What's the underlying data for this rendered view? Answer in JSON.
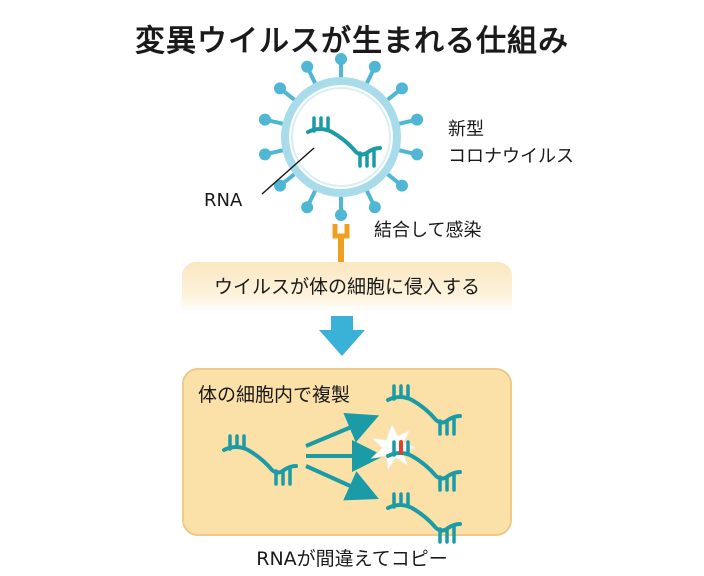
{
  "title": "変異ウイルスが生まれる仕組み",
  "virus": {
    "label_line1": "新型",
    "label_line2": "コロナウイルス",
    "rna_label": "RNA"
  },
  "binding": {
    "label": "結合して感染"
  },
  "step1": {
    "text": "ウイルスが体の細胞に侵入する"
  },
  "step2": {
    "text": "体の細胞内で複製"
  },
  "caption": "RNAが間違えてコピー",
  "colors": {
    "virus_teal": "#4fb7d4",
    "virus_ring": "#a9dcea",
    "rna_teal": "#1a9ba6",
    "receptor_orange": "#f0a020",
    "arrow_blue": "#3ab1d6",
    "mutation_red": "#e0402a",
    "box_fill": "#fbe0a8"
  }
}
